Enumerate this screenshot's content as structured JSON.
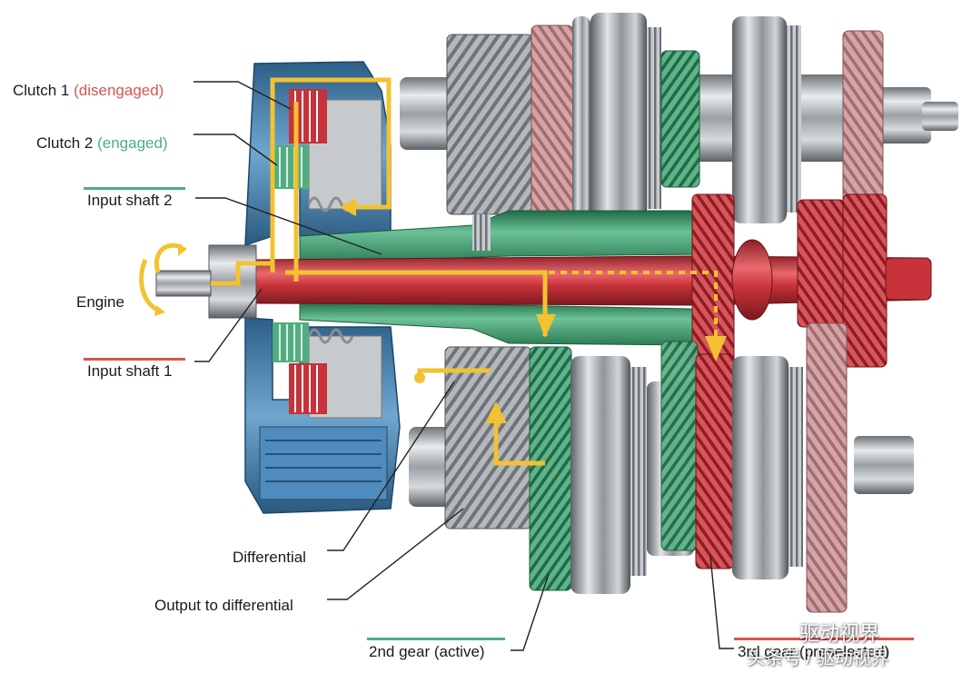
{
  "labels": {
    "clutch1": {
      "name": "Clutch 1",
      "state": "(disengaged)"
    },
    "clutch2": {
      "name": "Clutch 2",
      "state": "(engaged)"
    },
    "input_shaft_2": "Input shaft 2",
    "engine": "Engine",
    "input_shaft_1": "Input shaft 1",
    "differential": "Differential",
    "output_to_differential": "Output to differential",
    "second_gear": "2nd gear (active)",
    "gear_preselected": "3rd gear (preselected)"
  },
  "watermark": {
    "line1": "驱动视界",
    "line2": "头条号 / 驱动视界"
  },
  "colors": {
    "active_red": "#c8323a",
    "engaged_green": "#3e9a6a",
    "power_flow_yellow": "#f2c230",
    "housing_blue": "#3e7fb0",
    "steel_gray": "#a8acb0",
    "label_red": "#d9534f",
    "label_green": "#4caf7d"
  }
}
